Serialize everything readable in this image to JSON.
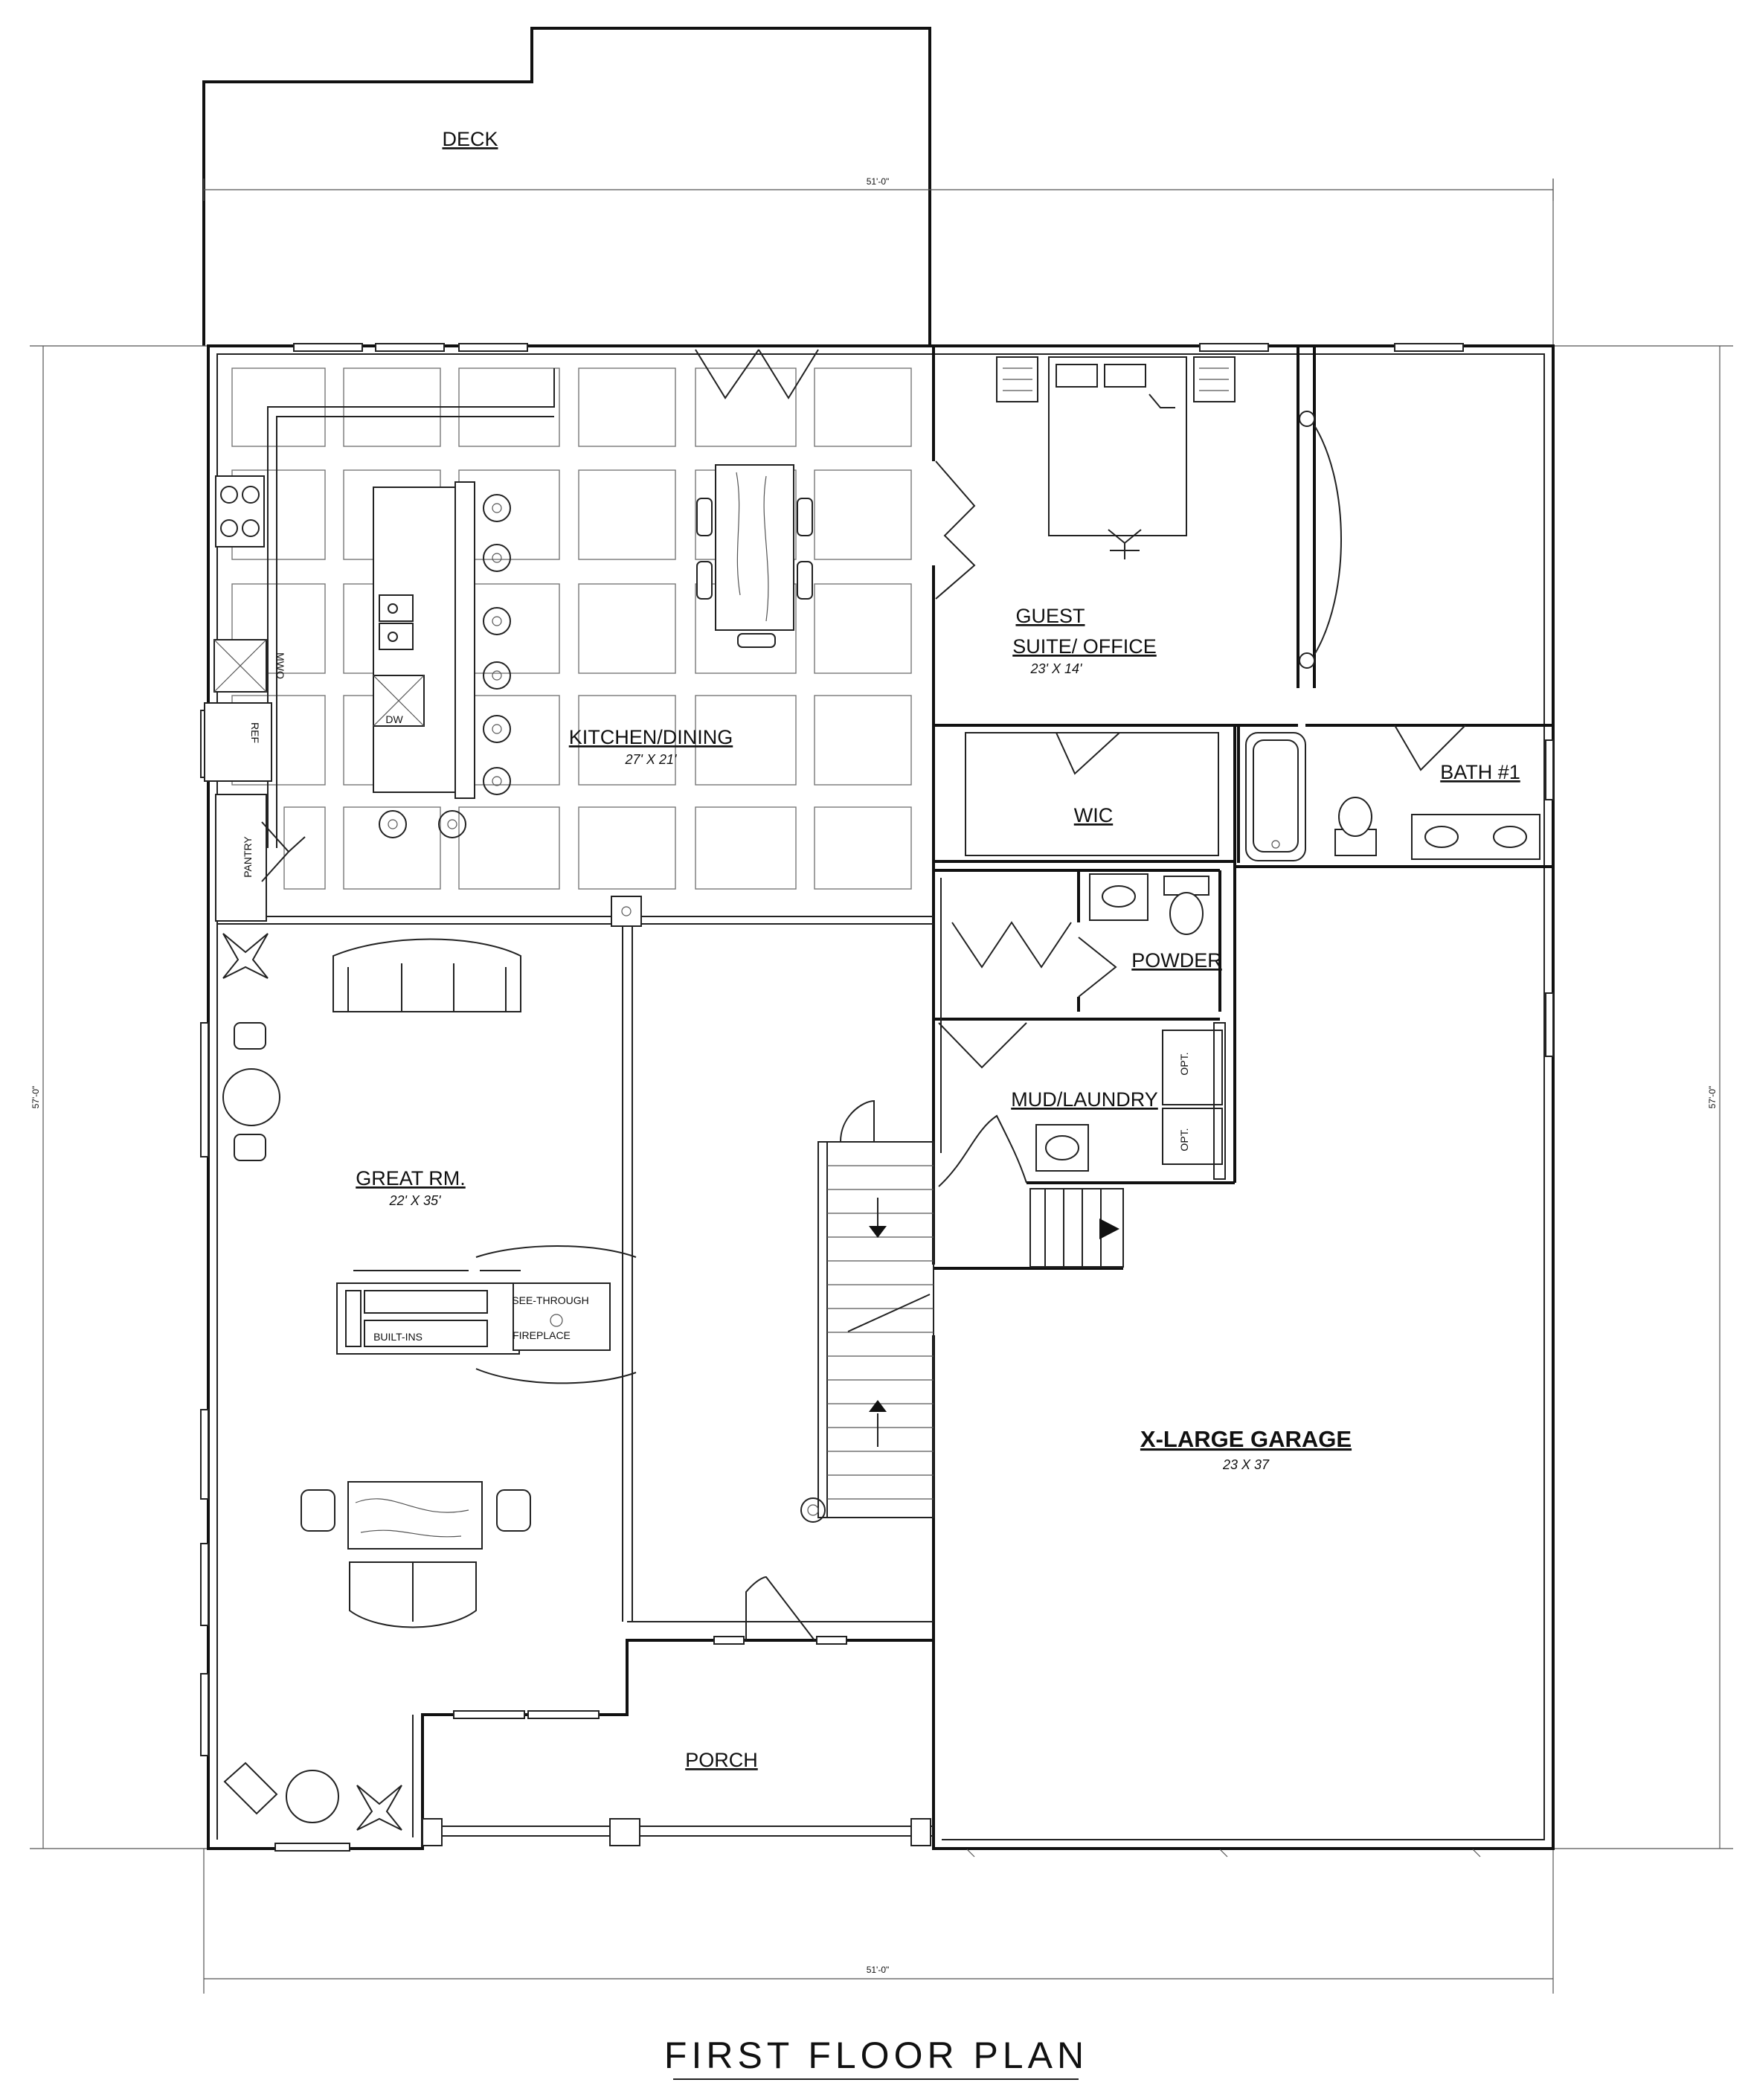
{
  "title": "FIRST FLOOR PLAN",
  "overall_dims": {
    "top": "51'-0\"",
    "bottom": "51'-0\"",
    "left": "57'-0\"",
    "right": "57'-0\""
  },
  "rooms": {
    "deck": "DECK",
    "kitchen": {
      "name": "KITCHEN/DINING",
      "size": "27' X 21'"
    },
    "guest": {
      "line1": "GUEST",
      "line2": "SUITE/ OFFICE",
      "size": "23' X 14'"
    },
    "bath": "BATH #1",
    "wic": "WIC",
    "powder": "POWDER",
    "mud": "MUD/LAUNDRY",
    "great": {
      "name": "GREAT RM.",
      "size": "22' X 35'"
    },
    "garage": {
      "name": "X-LARGE GARAGE",
      "size": "23  X 37"
    },
    "porch": "PORCH"
  },
  "fixtures": {
    "pantry": "PANTRY",
    "dw": "DW",
    "micro": "MWO",
    "refrigerator": "REF",
    "fireplace_line1": "SEE-THROUGH",
    "fireplace_line2": "FIREPLACE",
    "builtins": "BUILT-INS",
    "opt1": "OPT.",
    "opt2": "OPT."
  }
}
